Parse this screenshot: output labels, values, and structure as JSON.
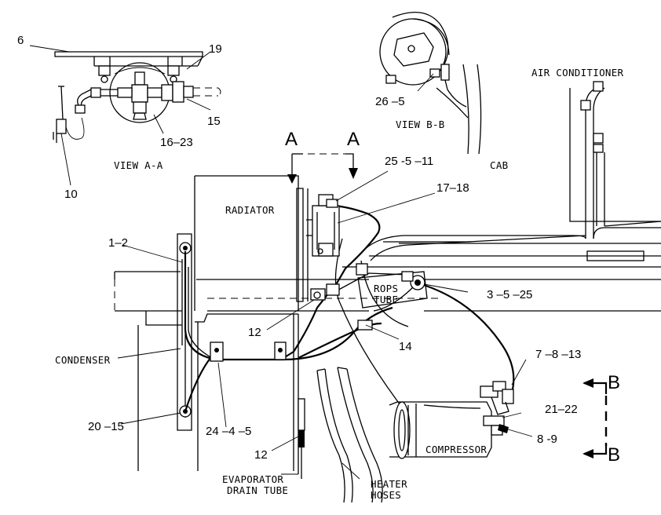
{
  "labels": {
    "air_conditioner": "AIR CONDITIONER",
    "cab": "CAB",
    "radiator": "RADIATOR",
    "condenser": "CONDENSER",
    "rops_tube_line1": "ROPS",
    "rops_tube_line2": "TUBE",
    "compressor": "COMPRESSOR",
    "evaporator_drain_line1": "EVAPORATOR",
    "evaporator_drain_line2": "DRAIN TUBE",
    "heater_hoses_line1": "HEATER",
    "heater_hoses_line2": "HOSES",
    "view_aa": "VIEW A-A",
    "view_bb": "VIEW B-B",
    "section_a_left": "A",
    "section_a_right": "A",
    "section_b_top": "B",
    "section_b_bottom": "B"
  },
  "callouts": {
    "c6": "6",
    "c19": "19",
    "c15": "15",
    "c16_23": "16–23",
    "c10": "10",
    "c26_5": "26 –5",
    "c25_5_11": "25 -5 –11",
    "c17_18": "17–18",
    "c1_2": "1–2",
    "c3_5_25": "3 –5 –25",
    "c12_upper": "12",
    "c14": "14",
    "c7_8_13": "7 –8 –13",
    "c21_22": "21–22",
    "c8_9": "8 -9",
    "c20_15": "20 –15",
    "c24_4_5": "24 –4 –5",
    "c12_lower": "12"
  }
}
